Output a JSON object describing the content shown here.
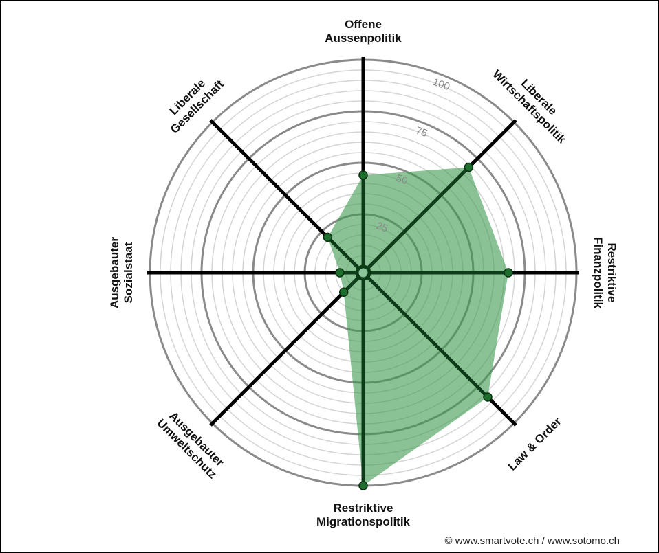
{
  "chart_data": {
    "type": "radar",
    "axes": [
      {
        "label": [
          "Offene",
          "Aussenpolitik"
        ],
        "value": 44
      },
      {
        "label": [
          "Liberale",
          "Wirtschaftspolitik"
        ],
        "value": 69
      },
      {
        "label": [
          "Restriktive",
          "Finanzpolitik"
        ],
        "value": 67
      },
      {
        "label": [
          "Law & Order"
        ],
        "value": 82
      },
      {
        "label": [
          "Restriktive",
          "Migrationspolitik"
        ],
        "value": 100
      },
      {
        "label": [
          "Ausgebauter",
          "Umweltschutz"
        ],
        "value": 10
      },
      {
        "label": [
          "Ausgebauter",
          "Sozialstaat"
        ],
        "value": 8
      },
      {
        "label": [
          "Liberale",
          "Gesellschaft"
        ],
        "value": 21
      }
    ],
    "range": [
      0,
      100
    ],
    "ticks": [
      "25",
      "50",
      "75",
      "100"
    ],
    "tick_values": [
      25,
      50,
      75,
      100
    ],
    "minor_step": 5,
    "colors": {
      "fill": "#3c9a4e",
      "axis_inner": "#0d3d18",
      "axis_outer": "#000000",
      "point": "#1e6e2e"
    }
  },
  "credit": "© www.smartvote.ch / www.sotomo.ch"
}
